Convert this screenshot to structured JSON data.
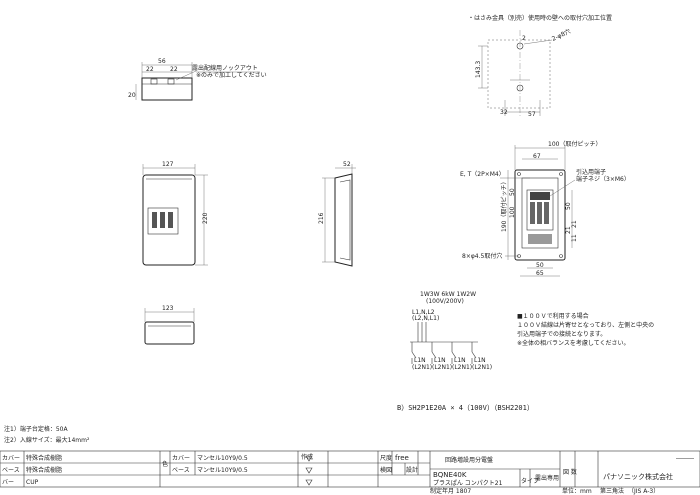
{
  "top_note": "・はさみ金具（別売）使用時の壁への取付穴加工位置",
  "side_view_top": {
    "dims": [
      "56",
      "22",
      "22",
      "20"
    ],
    "note": "露出配線用ノックアウト",
    "note2": "※のみで加工してください"
  },
  "front_view": {
    "width": "127",
    "height": "220"
  },
  "side_view": {
    "depth": "52",
    "height": "216"
  },
  "bottom_view": {
    "width": "123"
  },
  "mount_hole_view": {
    "dims": [
      "2",
      "143.3",
      "32",
      "57"
    ],
    "hole": "2-φ8穴"
  },
  "back_view": {
    "pitch": "100（取付ピッチ）",
    "w67": "67",
    "et": "E, T（2P×M4）",
    "terminal_label": "引込用端子",
    "terminal_screw": "端子ネジ（3×M6）",
    "v50a": "50",
    "v100": "100",
    "v190": "190（取付ピッチ）",
    "v50b": "50",
    "v21": "21",
    "v11": "11",
    "v21b": "21",
    "hole": "8×φ4.5取付穴",
    "w50": "50",
    "w65": "65"
  },
  "circuit": {
    "top_labels": "1W3W 6kW 1W2W",
    "top_labels2": "(100V/200V)",
    "incoming": "L1,N,L2",
    "incoming2": "(L2,N,L1)",
    "branches": [
      "L1N\n(L2N1)",
      "L1N\n(L2N1)",
      "L1N\n(L2N1)",
      "L1N\n(L2N1)"
    ],
    "branch_top": "L1N",
    "branch_bottom": "(L2N1)"
  },
  "notes_right": [
    "■１００Ｖで利用する場合",
    "１００Ｖ結線は片寄せとなっており、左側と中央の",
    "引込用端子での接続となります。",
    "※全体の相バランスを考慮してください。"
  ],
  "breaker_label": "B）SH2P1E20A  ×  4（100V）（BSH2201）",
  "footnotes": [
    "注1）端子台定格：50A",
    "注2）入線サイズ：最大14mm²"
  ],
  "title_block": {
    "materials": [
      {
        "part": "カバー",
        "material": "特殊合成樹脂"
      },
      {
        "part": "ベース",
        "material": "特殊合成樹脂"
      },
      {
        "part": "バー",
        "material": "CUP"
      }
    ],
    "colors": [
      {
        "part": "カバー",
        "color": "マンセル10Y9/0.5"
      },
      {
        "part": "ベース",
        "color": "マンセル10Y9/0.5"
      }
    ],
    "color_label": "色",
    "made": "作成",
    "scale_label": "尺度",
    "scale": "free",
    "check": "検図",
    "design": "設計",
    "title": "回路増設用分電盤",
    "model": "BQNE40K",
    "model_sub": "プラスぱん コンパクト21",
    "type_label": "タイプ",
    "export": "露出専用",
    "drawing": "図 数",
    "company": "パナソニック株式会社",
    "dash": "―――",
    "footer_left": "制定年月 1807",
    "footer_mid": "単位：mm",
    "footer_right": "第三角法",
    "footer_std": "（JIS A-3）"
  }
}
